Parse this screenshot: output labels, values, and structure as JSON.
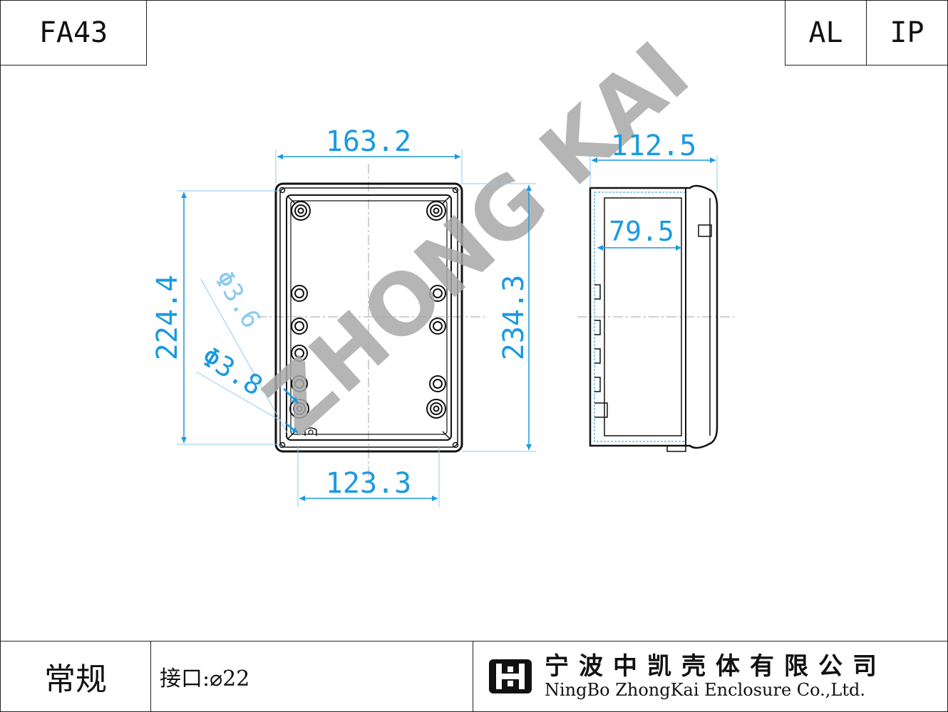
{
  "header": {
    "model": "FA43",
    "material": "AL",
    "rating": "IP"
  },
  "footer": {
    "series": "常规",
    "port": "接口:⌀22",
    "company_cn": "宁波中凯壳体有限公司",
    "company_en": "NingBo ZhongKai Enclosure Co.,Ltd.",
    "logo": "zhongkai-logo-icon"
  },
  "watermark": "ZHONG KAI",
  "dimensions": {
    "outer_width": "163.2",
    "inner_width": "123.3",
    "outer_length": "224.4",
    "total_length": "234.3",
    "depth": "112.5",
    "inner_depth": "79.5",
    "hole_1": "Φ3.6",
    "hole_2": "Φ3.8"
  },
  "colors": {
    "dimension": "#1a9ae0",
    "line": "#111111",
    "watermark": "#a8a8a8"
  }
}
